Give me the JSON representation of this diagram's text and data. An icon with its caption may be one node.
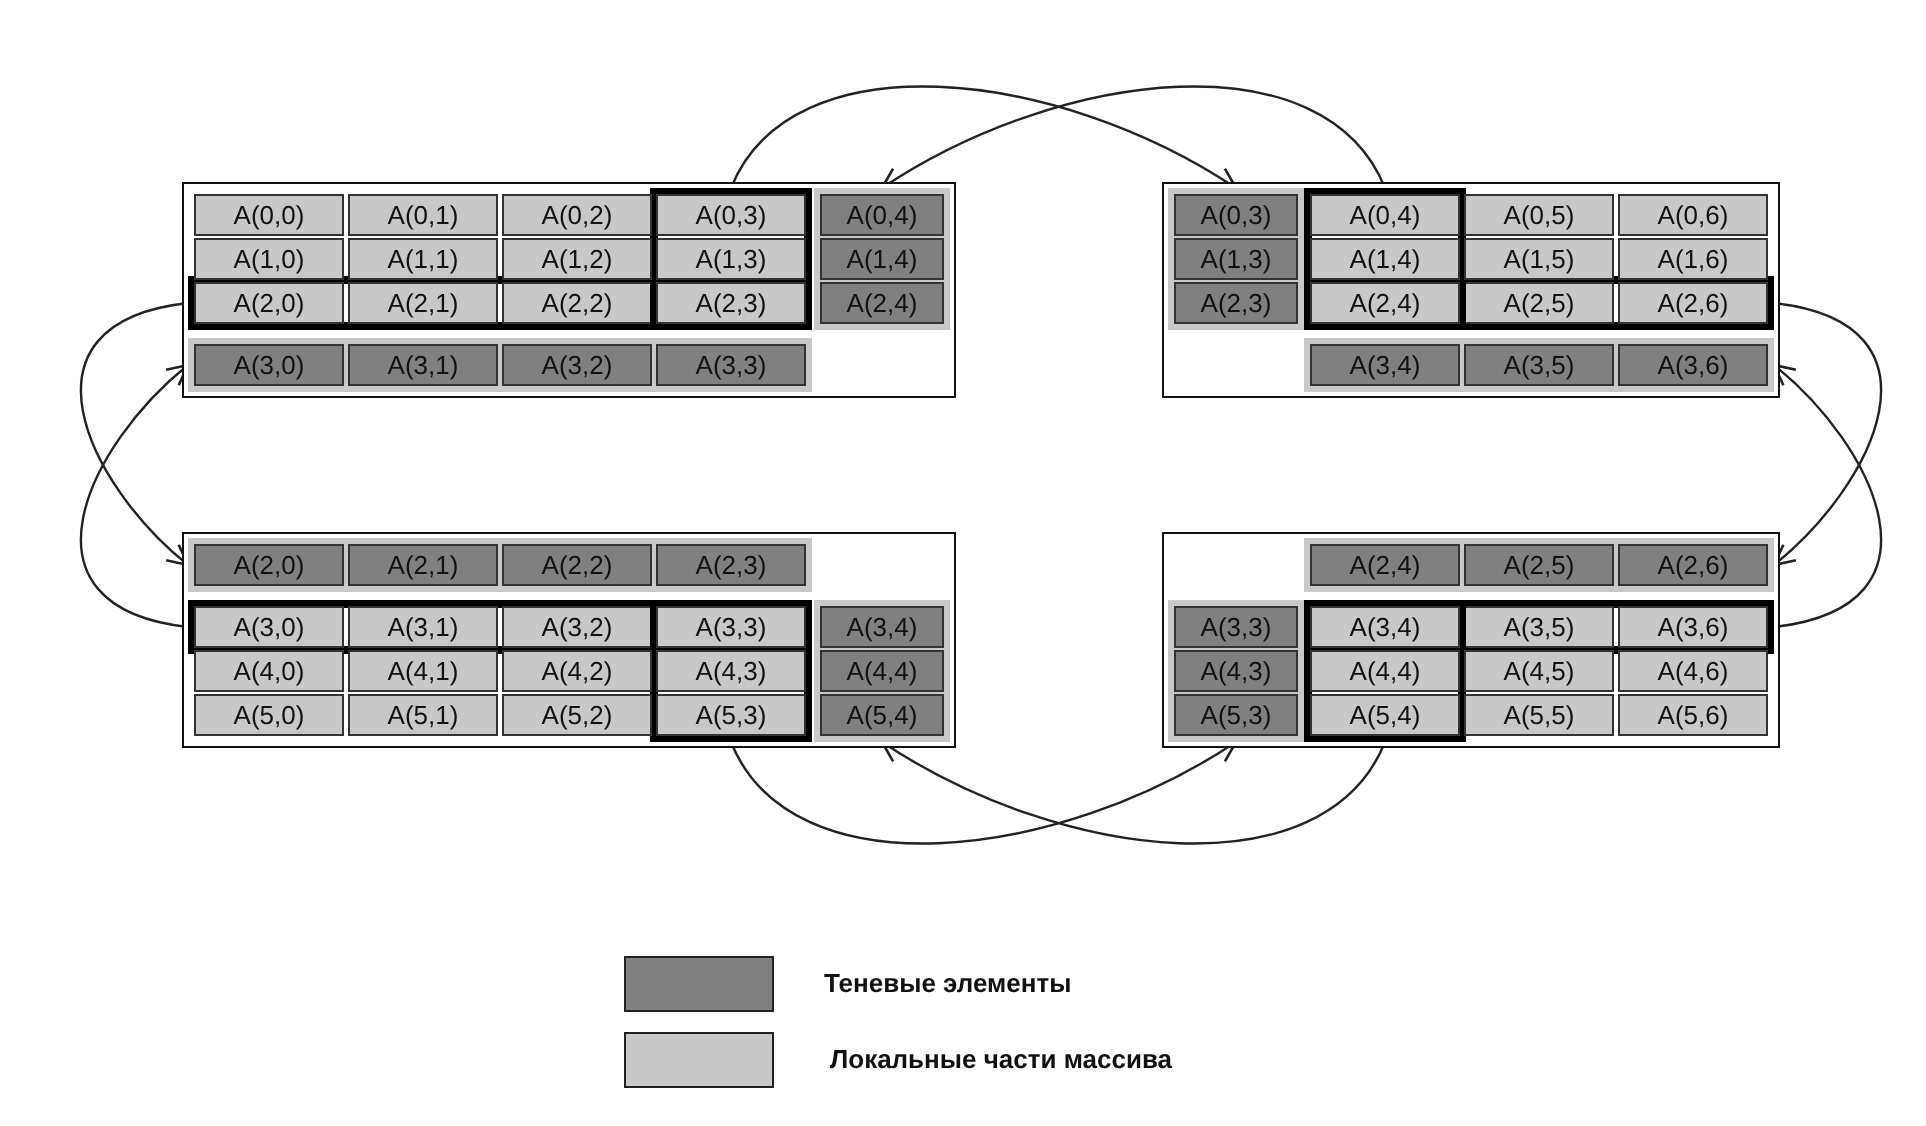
{
  "diagram": {
    "nodes": [
      {
        "text": [],
        "shape": "box"
      },
      {
        "text": [],
        "shape": "box",
        "in": 0
      },
      {
        "text": [],
        "shape": "box",
        "in": 0
      },
      {
        "text": [],
        "shape": "bar",
        "in": 0
      },
      {
        "text": [],
        "shape": "bar",
        "in": 0
      },
      {
        "text": [
          "A(0,0)"
        ],
        "in": 0
      },
      {
        "text": [
          "A(0,1)"
        ],
        "in": 0
      },
      {
        "text": [
          "A(0,2)"
        ],
        "in": 0
      },
      {
        "text": [
          "A(0,3)"
        ],
        "in": 2
      },
      {
        "text": [
          "A(0,4)"
        ],
        "in": 4
      },
      {
        "text": [
          "A(1,0)"
        ],
        "in": 0
      },
      {
        "text": [
          "A(1,1)"
        ],
        "in": 0
      },
      {
        "text": [
          "A(1,2)"
        ],
        "in": 0
      },
      {
        "text": [
          "A(1,3)"
        ],
        "in": 2
      },
      {
        "text": [
          "A(1,4)"
        ],
        "in": 4
      },
      {
        "text": [
          "A(2,0)"
        ],
        "in": 1
      },
      {
        "text": [
          "A(2,1)"
        ],
        "in": 1
      },
      {
        "text": [
          "A(2,2)"
        ],
        "in": 1
      },
      {
        "text": [
          "A(2,3)"
        ]
      },
      {
        "text": [
          "A(2,4)"
        ],
        "in": 4
      },
      {
        "text": [
          "A(3,0)"
        ],
        "in": 3
      },
      {
        "text": [
          "A(3,1)"
        ],
        "in": 3
      },
      {
        "text": [
          "A(3,2)"
        ],
        "in": 3
      },
      {
        "text": [
          "A(3,3)"
        ],
        "in": 3
      },
      {
        "text": [],
        "shape": "box"
      },
      {
        "text": [],
        "shape": "box",
        "in": 24
      },
      {
        "text": [],
        "shape": "box",
        "in": 24
      },
      {
        "text": [],
        "shape": "bar",
        "in": 24
      },
      {
        "text": [],
        "shape": "bar",
        "in": 24
      },
      {
        "text": [
          "A(0,3)"
        ],
        "in": 28
      },
      {
        "text": [
          "A(0,4)"
        ],
        "in": 26
      },
      {
        "text": [
          "A(0,5)"
        ],
        "in": 24
      },
      {
        "text": [
          "A(0,6)"
        ],
        "in": 24
      },
      {
        "text": [
          "A(1,3)"
        ],
        "in": 28
      },
      {
        "text": [
          "A(1,4)"
        ],
        "in": 26
      },
      {
        "text": [
          "A(1,5)"
        ],
        "in": 24
      },
      {
        "text": [
          "A(1,6)"
        ],
        "in": 24
      },
      {
        "text": [
          "A(2,3)"
        ],
        "in": 28
      },
      {
        "text": [
          "A(2,4)"
        ]
      },
      {
        "text": [
          "A(2,5)"
        ],
        "in": 25
      },
      {
        "text": [
          "A(2,6)"
        ],
        "in": 25
      },
      {
        "text": [
          "A(3,4)"
        ],
        "in": 27
      },
      {
        "text": [
          "A(3,5)"
        ],
        "in": 27
      },
      {
        "text": [
          "A(3,6)"
        ],
        "in": 27
      },
      {
        "text": [],
        "shape": "box"
      },
      {
        "text": [],
        "shape": "box",
        "in": 44
      },
      {
        "text": [],
        "shape": "box",
        "in": 44
      },
      {
        "text": [],
        "shape": "bar",
        "in": 44
      },
      {
        "text": [],
        "shape": "bar",
        "in": 44
      },
      {
        "text": [
          "A(2,0)"
        ],
        "in": 47
      },
      {
        "text": [
          "A(2,1)"
        ],
        "in": 47
      },
      {
        "text": [
          "A(2,2)"
        ],
        "in": 47
      },
      {
        "text": [
          "A(2,3)"
        ],
        "in": 47
      },
      {
        "text": [
          "A(3,0)"
        ],
        "in": 45
      },
      {
        "text": [
          "A(3,1)"
        ],
        "in": 45
      },
      {
        "text": [
          "A(3,2)"
        ],
        "in": 45
      },
      {
        "text": [
          "A(3,3)"
        ]
      },
      {
        "text": [
          "A(3,4)"
        ],
        "in": 48
      },
      {
        "text": [
          "A(4,0)"
        ],
        "in": 44
      },
      {
        "text": [
          "A(4,1)"
        ],
        "in": 44
      },
      {
        "text": [
          "A(4,2)"
        ],
        "in": 44
      },
      {
        "text": [
          "A(4,3)"
        ],
        "in": 46
      },
      {
        "text": [
          "A(4,4)"
        ],
        "in": 48
      },
      {
        "text": [
          "A(5,0)"
        ],
        "in": 44
      },
      {
        "text": [
          "A(5,1)"
        ],
        "in": 44
      },
      {
        "text": [
          "A(5,2)"
        ],
        "in": 44
      },
      {
        "text": [
          "A(5,3)"
        ],
        "in": 46
      },
      {
        "text": [
          "A(5,4)"
        ],
        "in": 48
      },
      {
        "text": [],
        "shape": "box"
      },
      {
        "text": [],
        "shape": "box",
        "in": 68
      },
      {
        "text": [],
        "shape": "box",
        "in": 68
      },
      {
        "text": [],
        "shape": "bar",
        "in": 68
      },
      {
        "text": [],
        "shape": "bar",
        "in": 68
      },
      {
        "text": [
          "A(2,4)"
        ],
        "in": 71
      },
      {
        "text": [
          "A(2,5)"
        ],
        "in": 71
      },
      {
        "text": [
          "A(2,6)"
        ],
        "in": 71
      },
      {
        "text": [
          "A(3,3)"
        ],
        "in": 72
      },
      {
        "text": [
          "A(3,4)"
        ]
      },
      {
        "text": [
          "A(3,5)"
        ],
        "in": 69
      },
      {
        "text": [
          "A(3,6)"
        ],
        "in": 69
      },
      {
        "text": [
          "A(4,3)"
        ],
        "in": 72
      },
      {
        "text": [
          "A(4,4)"
        ],
        "in": 70
      },
      {
        "text": [
          "A(4,5)"
        ],
        "in": 68
      },
      {
        "text": [
          "A(4,6)"
        ],
        "in": 68
      },
      {
        "text": [
          "A(5,3)"
        ],
        "in": 72
      },
      {
        "text": [
          "A(5,4)"
        ],
        "in": 70
      },
      {
        "text": [
          "A(5,5)"
        ],
        "in": 68
      },
      {
        "text": [
          "A(5,6)"
        ],
        "in": 68
      }
    ],
    "edges": [
      {
        "from": 2,
        "to": 28,
        "arrow": "to"
      },
      {
        "from": 26,
        "to": 4,
        "arrow": "to"
      },
      {
        "from": 1,
        "to": 47,
        "arrow": "to"
      },
      {
        "from": 45,
        "to": 3,
        "arrow": "to"
      },
      {
        "from": 25,
        "to": 71,
        "arrow": "to"
      },
      {
        "from": 69,
        "to": 27,
        "arrow": "to"
      },
      {
        "from": 46,
        "to": 72,
        "arrow": "to"
      },
      {
        "from": 70,
        "to": 48,
        "arrow": "to"
      }
    ],
    "legend": [
      {
        "text": "Теневые элементы",
        "color": "#808080"
      },
      {
        "text": "Локальные части массива",
        "color": "#c8c8c8"
      }
    ]
  }
}
